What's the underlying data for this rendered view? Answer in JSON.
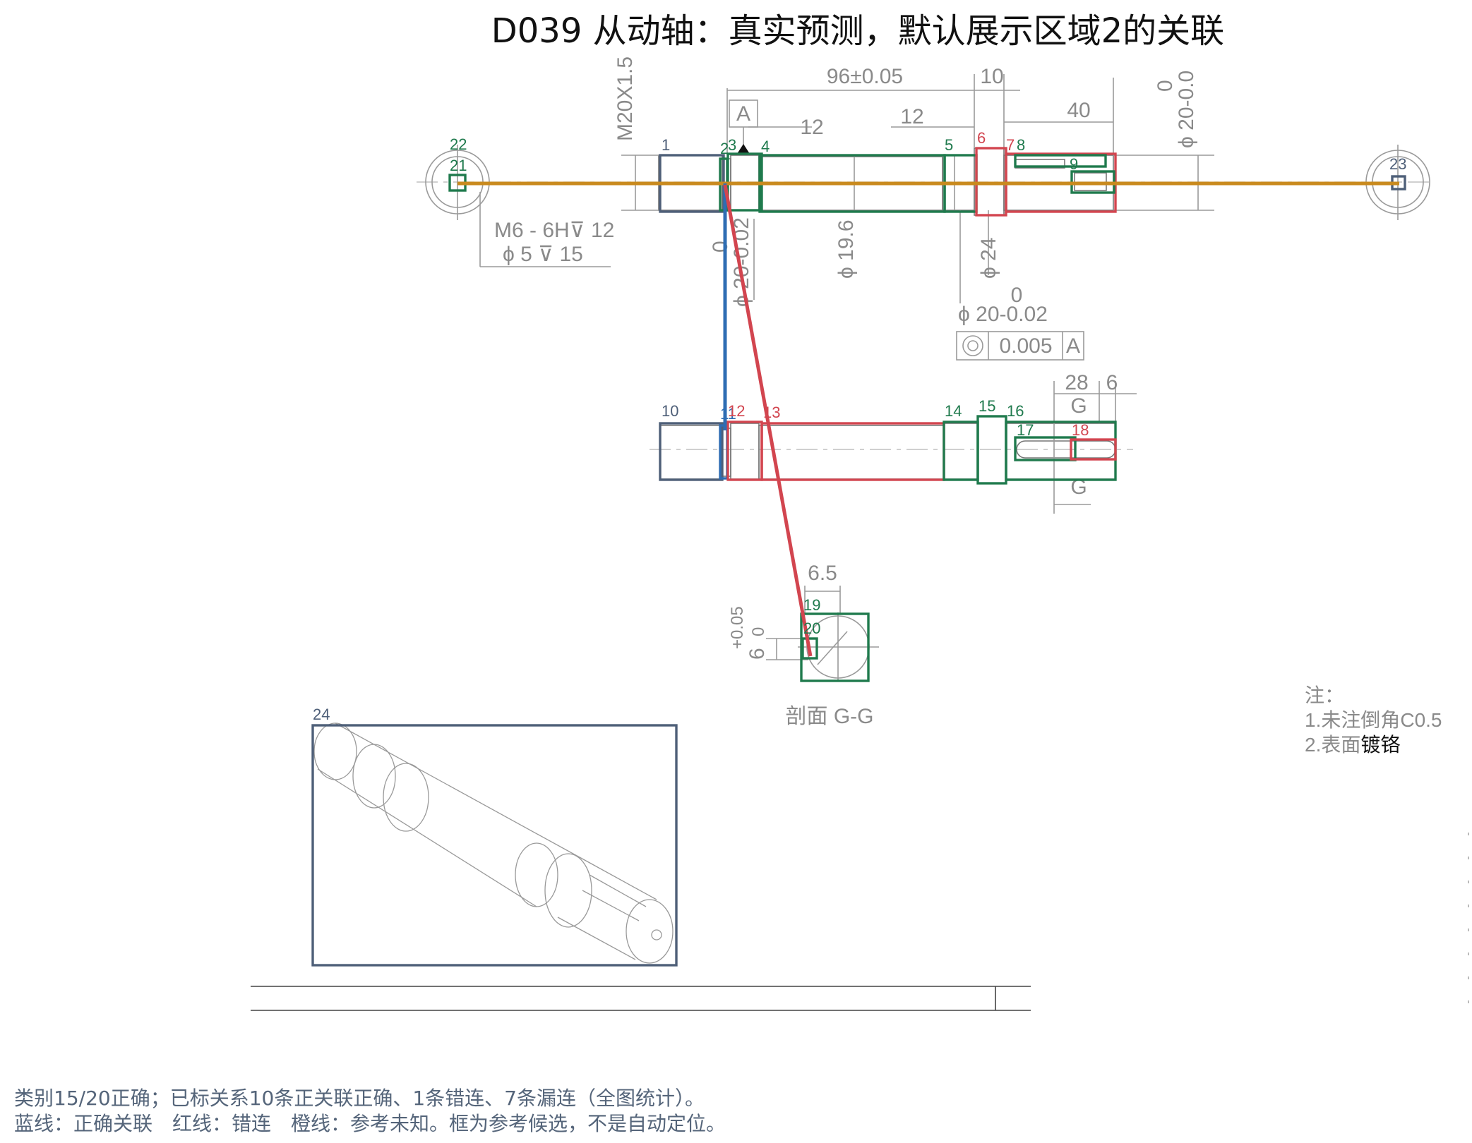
{
  "title": "D039 从动轴：真实预测，默认展示区域2的关联",
  "colors": {
    "green": "#1f7a4d",
    "red": "#d2454f",
    "slate": "#4e5f78",
    "blue": "#2e6db3",
    "orange": "#c98a1e"
  },
  "labels": {
    "n1": "1",
    "n2": "2",
    "n3": "3",
    "n4": "4",
    "n5": "5",
    "n6": "6",
    "n7": "7",
    "n8": "8",
    "n9": "9",
    "n10": "10",
    "n11": "11",
    "n12": "12",
    "n13": "13",
    "n14": "14",
    "n15": "15",
    "n16": "16",
    "n17": "17",
    "n18": "18",
    "n19": "19",
    "n20": "20",
    "n21": "21",
    "n22": "22",
    "n23": "23",
    "n24": "24"
  },
  "dimensions": {
    "overall": "96±0.05",
    "d10": "10",
    "thread": "M20X1.5",
    "datum": "A",
    "len12a": "12",
    "len12b": "12",
    "len40": "40",
    "dia20_top": "ϕ 20-0.0",
    "dia20_top_upper": "0",
    "hole_line1": "M6 - 6H⊽ 12",
    "hole_line2": "ϕ 5 ⊽ 15",
    "dia20_left": "ϕ 20-0.02",
    "dia20_left_upper": "0",
    "dia196": "ϕ 19.6",
    "dia24": "ϕ 24",
    "dia20_bottom": "ϕ 20-0.02",
    "dia20_bottom_upper": "0",
    "tol_value": "0.005",
    "tol_datum": "A",
    "len28": "28",
    "len6": "6",
    "sec_g": "G",
    "w65": "6.5",
    "key_depth": "6",
    "key_tol_upper": "+0.05",
    "key_tol_lower": "0",
    "section_label": "剖面 G-G"
  },
  "notes": {
    "heading": "注：",
    "line1": "1.未注倒角C0.5",
    "line2_a": "2.表面",
    "line2_b": "镀铬"
  },
  "footer": {
    "line1": "类别15/20正确；已标关系10条正关联正确、1条错连、7条漏连（全图统计）。",
    "line2": "蓝线：正确关联　红线：错连　橙线：参考未知。框为参考候选，不是自动定位。"
  }
}
